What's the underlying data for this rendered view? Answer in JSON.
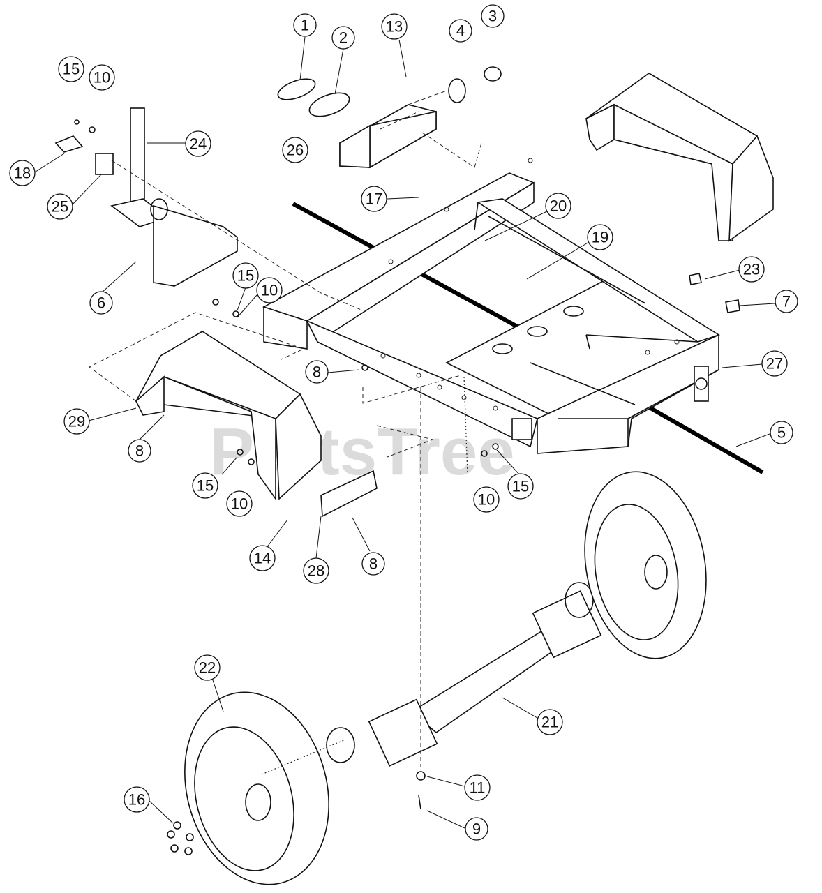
{
  "watermark": "PartsTree",
  "callouts": [
    {
      "id": "1"
    },
    {
      "id": "2"
    },
    {
      "id": "13"
    },
    {
      "id": "4"
    },
    {
      "id": "3"
    },
    {
      "id": "15"
    },
    {
      "id": "10"
    },
    {
      "id": "24"
    },
    {
      "id": "18"
    },
    {
      "id": "25"
    },
    {
      "id": "26"
    },
    {
      "id": "17"
    },
    {
      "id": "20"
    },
    {
      "id": "19"
    },
    {
      "id": "23"
    },
    {
      "id": "7"
    },
    {
      "id": "6"
    },
    {
      "id": "27"
    },
    {
      "id": "8"
    },
    {
      "id": "29"
    },
    {
      "id": "5"
    },
    {
      "id": "14"
    },
    {
      "id": "28"
    },
    {
      "id": "22"
    },
    {
      "id": "21"
    },
    {
      "id": "11"
    },
    {
      "id": "16"
    },
    {
      "id": "9"
    }
  ],
  "labels": {
    "c1": "1",
    "c2": "2",
    "c3": "3",
    "c4": "4",
    "c5": "5",
    "c6": "6",
    "c7": "7",
    "c8a": "8",
    "c8b": "8",
    "c8c": "8",
    "c9": "9",
    "c10a": "10",
    "c10b": "10",
    "c10c": "10",
    "c10d": "10",
    "c11": "11",
    "c13": "13",
    "c14": "14",
    "c15a": "15",
    "c15b": "15",
    "c15c": "15",
    "c15d": "15",
    "c16": "16",
    "c17": "17",
    "c18": "18",
    "c19": "19",
    "c20": "20",
    "c21": "21",
    "c22": "22",
    "c23": "23",
    "c24": "24",
    "c25": "25",
    "c26": "26",
    "c27": "27",
    "c28": "28",
    "c29": "29"
  }
}
